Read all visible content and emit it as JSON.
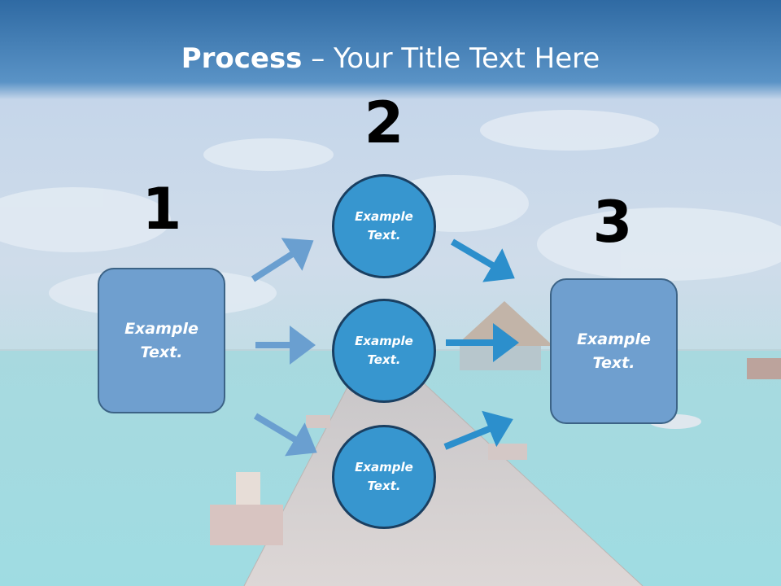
{
  "title": {
    "bold": "Process",
    "rest": " – Your Title Text Here"
  },
  "numbers": {
    "n1": "1",
    "n2": "2",
    "n3": "3"
  },
  "left_box": {
    "line1": "Example",
    "line2": "Text."
  },
  "right_box": {
    "line1": "Example",
    "line2": "Text."
  },
  "circles": [
    {
      "line1": "Example",
      "line2": "Text."
    },
    {
      "line1": "Example",
      "line2": "Text."
    },
    {
      "line1": "Example",
      "line2": "Text."
    }
  ],
  "colors": {
    "title_band": "#3f7bb3",
    "box_fill": "#6f9fcf",
    "circle_fill": "#3796cf",
    "arrow_left": "#6a9fd0",
    "arrow_right": "#2c8fcc"
  }
}
